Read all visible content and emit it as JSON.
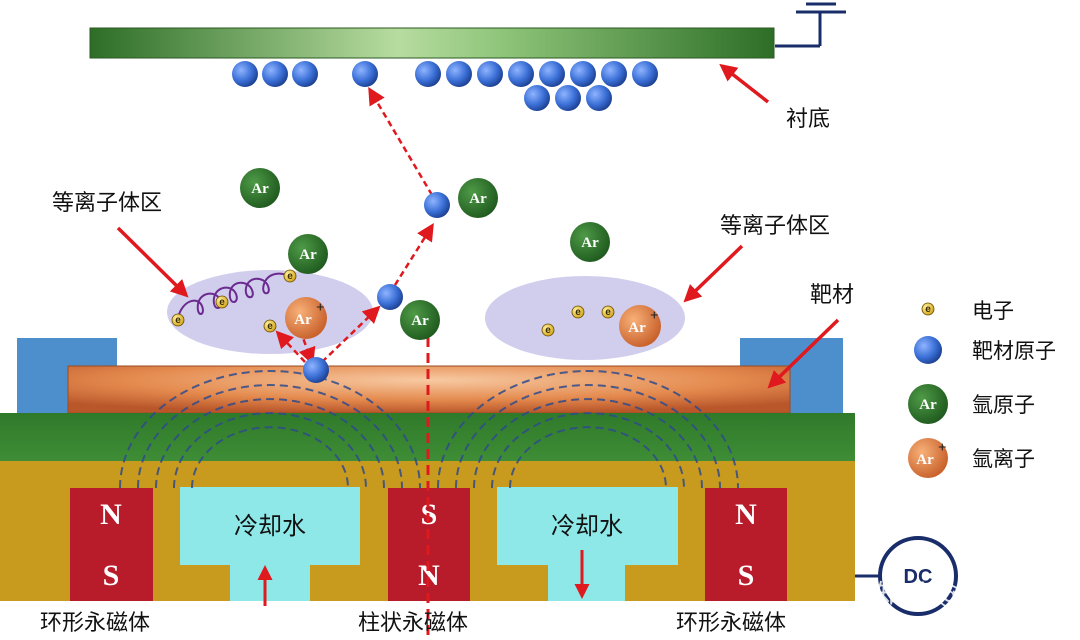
{
  "labels": {
    "substrate": "衬底",
    "plasma_left": "等离子体区",
    "plasma_right": "等离子体区",
    "target": "靶材",
    "ring_magnet_left": "环形永磁体",
    "column_magnet": "柱状永磁体",
    "ring_magnet_right": "环形永磁体"
  },
  "legend": [
    {
      "symbol": "e",
      "text": "电子"
    },
    {
      "symbol": "",
      "text": "靶材原子"
    },
    {
      "symbol": "Ar",
      "text": "氩原子"
    },
    {
      "symbol": "Ar",
      "text": "氩离子"
    }
  ],
  "magnets": {
    "left": [
      "N",
      "S"
    ],
    "center": [
      "S",
      "N"
    ],
    "right": [
      "N",
      "S"
    ]
  },
  "cooling_water": [
    "冷却水",
    "冷却水"
  ],
  "particles": {
    "argon_atom": "Ar",
    "argon_ion": "Ar",
    "ion_sign": "+",
    "electron": "e"
  },
  "power_supply": "DC",
  "watermark": "知乎 @Evan",
  "colors": {
    "substrate_green": "#2f7a2a",
    "target_orange": "#d9773d",
    "base_gold": "#c89a1e",
    "magnet_red": "#b81c2a",
    "water_cyan": "#8fe8e8",
    "argon_green": "#2e6b2c",
    "atom_blue": "#2c5fc7",
    "plasma_lilac": "#c9c6ea",
    "arrow_red": "#e0191e"
  }
}
